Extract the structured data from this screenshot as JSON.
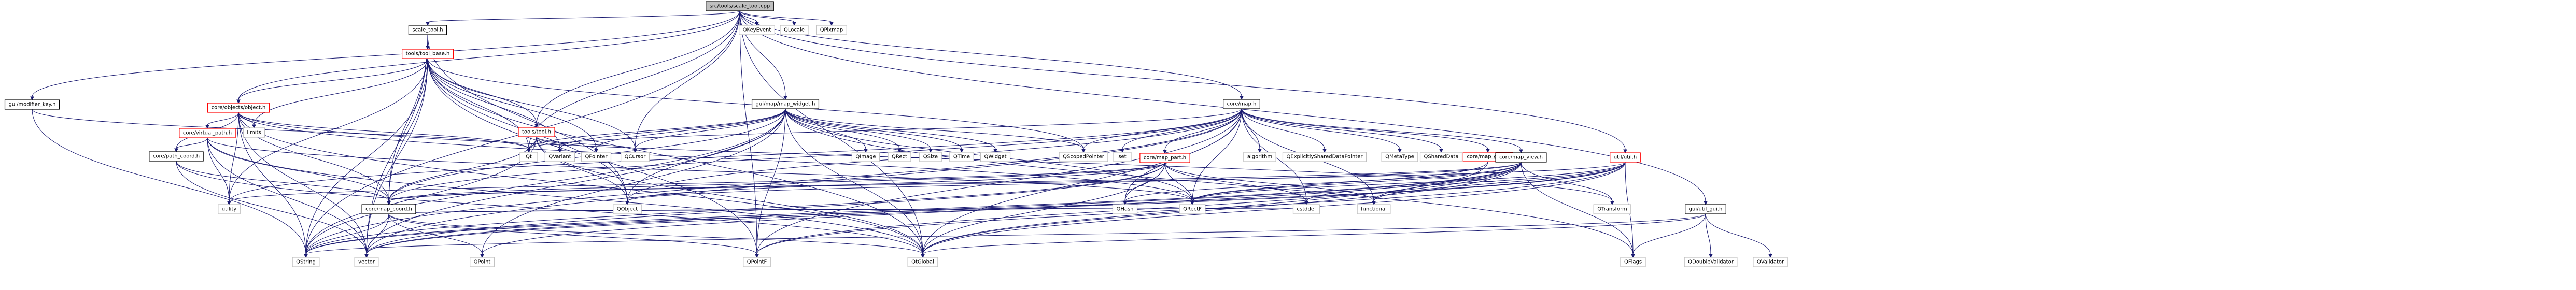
{
  "colors": {
    "edge": "#191970",
    "root_fill": "#bfbfbf",
    "node_fill": "#ffffff",
    "documented_border": "#000000",
    "undocumented_border": "#ff0000",
    "external_border": "#bfbfbf"
  },
  "nodes": [
    {
      "id": "root",
      "label": "src/tools/scale_tool.cpp",
      "kind": "root"
    },
    {
      "id": "scale_tool_h",
      "label": "scale_tool.h",
      "kind": "documented"
    },
    {
      "id": "tool_base_h",
      "label": "tools/tool_base.h",
      "kind": "undocumented"
    },
    {
      "id": "object_h",
      "label": "core/objects/object.h",
      "kind": "undocumented"
    },
    {
      "id": "modifier_key_h",
      "label": "gui/modifier_key.h",
      "kind": "documented"
    },
    {
      "id": "virtual_path_h",
      "label": "core/virtual_path.h",
      "kind": "undocumented"
    },
    {
      "id": "path_coord_h",
      "label": "core/path_coord.h",
      "kind": "documented"
    },
    {
      "id": "map_coord_h",
      "label": "core/map_coord.h",
      "kind": "documented"
    },
    {
      "id": "tool_h",
      "label": "tools/tool.h",
      "kind": "undocumented"
    },
    {
      "id": "map_widget_h",
      "label": "gui/map/map_widget.h",
      "kind": "documented"
    },
    {
      "id": "map_h",
      "label": "core/map.h",
      "kind": "documented"
    },
    {
      "id": "map_part_h",
      "label": "core/map_part.h",
      "kind": "undocumented"
    },
    {
      "id": "map_grid_h",
      "label": "core/map_grid.h",
      "kind": "undocumented"
    },
    {
      "id": "map_view_h",
      "label": "core/map_view.h",
      "kind": "documented"
    },
    {
      "id": "util_h",
      "label": "util/util.h",
      "kind": "undocumented"
    },
    {
      "id": "util_gui_h",
      "label": "gui/util_gui.h",
      "kind": "documented"
    },
    {
      "id": "QKeyEvent",
      "label": "QKeyEvent",
      "kind": "external"
    },
    {
      "id": "QLocale",
      "label": "QLocale",
      "kind": "external"
    },
    {
      "id": "QPixmap",
      "label": "QPixmap",
      "kind": "external"
    },
    {
      "id": "limits",
      "label": "limits",
      "kind": "external"
    },
    {
      "id": "Qt",
      "label": "Qt",
      "kind": "external"
    },
    {
      "id": "QVariant",
      "label": "QVariant",
      "kind": "external"
    },
    {
      "id": "QPointer",
      "label": "QPointer",
      "kind": "external"
    },
    {
      "id": "QCursor",
      "label": "QCursor",
      "kind": "external"
    },
    {
      "id": "QImage",
      "label": "QImage",
      "kind": "external"
    },
    {
      "id": "QRect",
      "label": "QRect",
      "kind": "external"
    },
    {
      "id": "QSize",
      "label": "QSize",
      "kind": "external"
    },
    {
      "id": "QTime",
      "label": "QTime",
      "kind": "external"
    },
    {
      "id": "QWidget",
      "label": "QWidget",
      "kind": "external"
    },
    {
      "id": "QScopedPointer",
      "label": "QScopedPointer",
      "kind": "external"
    },
    {
      "id": "set",
      "label": "set",
      "kind": "external"
    },
    {
      "id": "algorithm",
      "label": "algorithm",
      "kind": "external"
    },
    {
      "id": "QExplicitlySharedDataPointer",
      "label": "QExplicitlySharedDataPointer",
      "kind": "external"
    },
    {
      "id": "QMetaType",
      "label": "QMetaType",
      "kind": "external"
    },
    {
      "id": "QSharedData",
      "label": "QSharedData",
      "kind": "external"
    },
    {
      "id": "utility",
      "label": "utility",
      "kind": "external"
    },
    {
      "id": "QObject",
      "label": "QObject",
      "kind": "external"
    },
    {
      "id": "QHash",
      "label": "QHash",
      "kind": "external"
    },
    {
      "id": "QRectF",
      "label": "QRectF",
      "kind": "external"
    },
    {
      "id": "cstddef",
      "label": "cstddef",
      "kind": "external"
    },
    {
      "id": "functional",
      "label": "functional",
      "kind": "external"
    },
    {
      "id": "QTransform",
      "label": "QTransform",
      "kind": "external"
    },
    {
      "id": "QString",
      "label": "QString",
      "kind": "external"
    },
    {
      "id": "vector",
      "label": "vector",
      "kind": "external"
    },
    {
      "id": "QPoint",
      "label": "QPoint",
      "kind": "external"
    },
    {
      "id": "QPointF",
      "label": "QPointF",
      "kind": "external"
    },
    {
      "id": "QtGlobal",
      "label": "QtGlobal",
      "kind": "external"
    },
    {
      "id": "QFlags",
      "label": "QFlags",
      "kind": "external"
    },
    {
      "id": "QDoubleValidator",
      "label": "QDoubleValidator",
      "kind": "external"
    },
    {
      "id": "QValidator",
      "label": "QValidator",
      "kind": "external"
    }
  ],
  "edges": [
    [
      "root",
      "scale_tool_h"
    ],
    [
      "root",
      "QKeyEvent"
    ],
    [
      "root",
      "QLocale"
    ],
    [
      "root",
      "QPixmap"
    ],
    [
      "root",
      "object_h"
    ],
    [
      "root",
      "modifier_key_h"
    ],
    [
      "root",
      "map_widget_h"
    ],
    [
      "root",
      "tool_h"
    ],
    [
      "root",
      "map_h"
    ],
    [
      "root",
      "util_h"
    ],
    [
      "root",
      "util_gui_h"
    ],
    [
      "root",
      "Qt"
    ],
    [
      "root",
      "QCursor"
    ],
    [
      "root",
      "QString"
    ],
    [
      "root",
      "QPointF"
    ],
    [
      "root",
      "QtGlobal"
    ],
    [
      "scale_tool_h",
      "tool_base_h"
    ],
    [
      "scale_tool_h",
      "vector"
    ],
    [
      "scale_tool_h",
      "map_coord_h"
    ],
    [
      "scale_tool_h",
      "QObject"
    ],
    [
      "tool_base_h",
      "object_h"
    ],
    [
      "tool_base_h",
      "tool_h"
    ],
    [
      "tool_base_h",
      "limits"
    ],
    [
      "tool_base_h",
      "Qt"
    ],
    [
      "tool_base_h",
      "QVariant"
    ],
    [
      "tool_base_h",
      "QPointer"
    ],
    [
      "tool_base_h",
      "QCursor"
    ],
    [
      "tool_base_h",
      "QScopedPointer"
    ],
    [
      "tool_base_h",
      "QString"
    ],
    [
      "tool_base_h",
      "vector"
    ],
    [
      "tool_base_h",
      "map_coord_h"
    ],
    [
      "tool_base_h",
      "QObject"
    ],
    [
      "tool_base_h",
      "QPointF"
    ],
    [
      "tool_base_h",
      "QtGlobal"
    ],
    [
      "tool_base_h",
      "utility"
    ],
    [
      "object_h",
      "virtual_path_h"
    ],
    [
      "object_h",
      "path_coord_h"
    ],
    [
      "object_h",
      "map_coord_h"
    ],
    [
      "object_h",
      "limits"
    ],
    [
      "object_h",
      "Qt"
    ],
    [
      "object_h",
      "QRectF"
    ],
    [
      "object_h",
      "QString"
    ],
    [
      "object_h",
      "vector"
    ],
    [
      "object_h",
      "QtGlobal"
    ],
    [
      "object_h",
      "utility"
    ],
    [
      "object_h",
      "QTransform"
    ],
    [
      "modifier_key_h",
      "QString"
    ],
    [
      "modifier_key_h",
      "Qt"
    ],
    [
      "virtual_path_h",
      "path_coord_h"
    ],
    [
      "virtual_path_h",
      "map_coord_h"
    ],
    [
      "virtual_path_h",
      "vector"
    ],
    [
      "virtual_path_h",
      "QRectF"
    ],
    [
      "virtual_path_h",
      "utility"
    ],
    [
      "virtual_path_h",
      "QtGlobal"
    ],
    [
      "path_coord_h",
      "map_coord_h"
    ],
    [
      "path_coord_h",
      "vector"
    ],
    [
      "path_coord_h",
      "QtGlobal"
    ],
    [
      "map_coord_h",
      "QString"
    ],
    [
      "map_coord_h",
      "vector"
    ],
    [
      "map_coord_h",
      "QPoint"
    ],
    [
      "map_coord_h",
      "QPointF"
    ],
    [
      "map_coord_h",
      "QtGlobal"
    ],
    [
      "map_coord_h",
      "cstddef"
    ],
    [
      "map_coord_h",
      "QHash"
    ],
    [
      "tool_h",
      "Qt"
    ],
    [
      "tool_h",
      "QVariant"
    ],
    [
      "tool_h",
      "QPointer"
    ],
    [
      "tool_h",
      "QCursor"
    ],
    [
      "tool_h",
      "QString"
    ],
    [
      "tool_h",
      "QObject"
    ],
    [
      "tool_h",
      "QtGlobal"
    ],
    [
      "tool_h",
      "map_coord_h"
    ],
    [
      "map_widget_h",
      "Qt"
    ],
    [
      "map_widget_h",
      "QImage"
    ],
    [
      "map_widget_h",
      "QRect"
    ],
    [
      "map_widget_h",
      "QSize"
    ],
    [
      "map_widget_h",
      "QTime"
    ],
    [
      "map_widget_h",
      "QWidget"
    ],
    [
      "map_widget_h",
      "QScopedPointer"
    ],
    [
      "map_widget_h",
      "QString"
    ],
    [
      "map_widget_h",
      "QPoint"
    ],
    [
      "map_widget_h",
      "QPointF"
    ],
    [
      "map_widget_h",
      "QRectF"
    ],
    [
      "map_widget_h",
      "QObject"
    ],
    [
      "map_widget_h",
      "QtGlobal"
    ],
    [
      "map_widget_h",
      "QFlags"
    ],
    [
      "map_widget_h",
      "map_coord_h"
    ],
    [
      "map_widget_h",
      "QPointer"
    ],
    [
      "map_widget_h",
      "QCursor"
    ],
    [
      "map_widget_h",
      "QVariant"
    ],
    [
      "map_widget_h",
      "vector"
    ],
    [
      "map_h",
      "map_part_h"
    ],
    [
      "map_h",
      "map_grid_h"
    ],
    [
      "map_h",
      "map_view_h"
    ],
    [
      "map_h",
      "set"
    ],
    [
      "map_h",
      "algorithm"
    ],
    [
      "map_h",
      "QExplicitlySharedDataPointer"
    ],
    [
      "map_h",
      "QMetaType"
    ],
    [
      "map_h",
      "QSharedData"
    ],
    [
      "map_h",
      "QScopedPointer"
    ],
    [
      "map_h",
      "QHash"
    ],
    [
      "map_h",
      "QRectF"
    ],
    [
      "map_h",
      "QString"
    ],
    [
      "map_h",
      "vector"
    ],
    [
      "map_h",
      "QtGlobal"
    ],
    [
      "map_h",
      "map_coord_h"
    ],
    [
      "map_h",
      "QObject"
    ],
    [
      "map_h",
      "utility"
    ],
    [
      "map_h",
      "functional"
    ],
    [
      "map_h",
      "cstddef"
    ],
    [
      "map_h",
      "QPointF"
    ],
    [
      "map_h",
      "Qt"
    ],
    [
      "map_part_h",
      "QHash"
    ],
    [
      "map_part_h",
      "QRectF"
    ],
    [
      "map_part_h",
      "cstddef"
    ],
    [
      "map_part_h",
      "functional"
    ],
    [
      "map_part_h",
      "vector"
    ],
    [
      "map_part_h",
      "QString"
    ],
    [
      "map_part_h",
      "QtGlobal"
    ],
    [
      "map_part_h",
      "QObject"
    ],
    [
      "map_part_h",
      "map_coord_h"
    ],
    [
      "map_part_h",
      "utility"
    ],
    [
      "map_grid_h",
      "QRectF"
    ],
    [
      "map_grid_h",
      "QtGlobal"
    ],
    [
      "map_view_h",
      "QTransform"
    ],
    [
      "map_view_h",
      "QObject"
    ],
    [
      "map_view_h",
      "QRectF"
    ],
    [
      "map_view_h",
      "QFlags"
    ],
    [
      "map_view_h",
      "QPointF"
    ],
    [
      "map_view_h",
      "QtGlobal"
    ],
    [
      "map_view_h",
      "QString"
    ],
    [
      "map_view_h",
      "vector"
    ],
    [
      "map_view_h",
      "map_coord_h"
    ],
    [
      "map_view_h",
      "QHash"
    ],
    [
      "map_view_h",
      "functional"
    ],
    [
      "map_view_h",
      "QPoint"
    ],
    [
      "util_h",
      "QRectF"
    ],
    [
      "util_h",
      "QPointF"
    ],
    [
      "util_h",
      "functional"
    ],
    [
      "util_h",
      "vector"
    ],
    [
      "util_h",
      "QtGlobal"
    ],
    [
      "util_h",
      "map_coord_h"
    ],
    [
      "util_h",
      "cstddef"
    ],
    [
      "util_h",
      "QString"
    ],
    [
      "util_h",
      "QFlags"
    ],
    [
      "util_gui_h",
      "QDoubleValidator"
    ],
    [
      "util_gui_h",
      "QValidator"
    ],
    [
      "util_gui_h",
      "QString"
    ],
    [
      "util_gui_h",
      "QtGlobal"
    ],
    [
      "util_gui_h",
      "QFlags"
    ]
  ]
}
